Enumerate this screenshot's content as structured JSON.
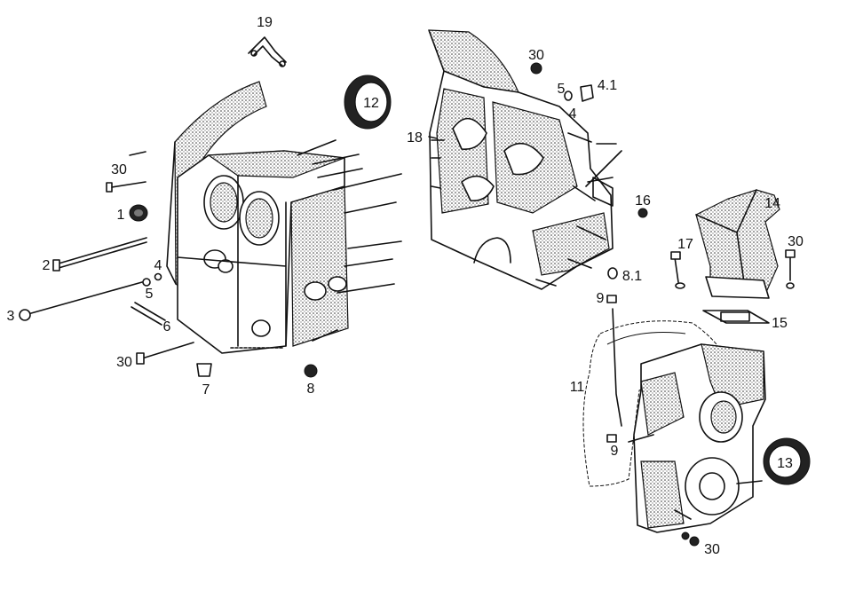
{
  "diagram": {
    "callouts": [
      {
        "id": "c1",
        "text": "1"
      },
      {
        "id": "c2",
        "text": "2"
      },
      {
        "id": "c3",
        "text": "3"
      },
      {
        "id": "c4a",
        "text": "4"
      },
      {
        "id": "c5a",
        "text": "5"
      },
      {
        "id": "c6",
        "text": "6"
      },
      {
        "id": "c7",
        "text": "7"
      },
      {
        "id": "c8",
        "text": "8"
      },
      {
        "id": "c30a",
        "text": "30"
      },
      {
        "id": "c30b",
        "text": "30"
      },
      {
        "id": "c19",
        "text": "19"
      },
      {
        "id": "c12",
        "text": "12"
      },
      {
        "id": "c18",
        "text": "18"
      },
      {
        "id": "c30c",
        "text": "30"
      },
      {
        "id": "c5b",
        "text": "5"
      },
      {
        "id": "c4b",
        "text": "4"
      },
      {
        "id": "c41",
        "text": "4.1"
      },
      {
        "id": "c16",
        "text": "16"
      },
      {
        "id": "c14",
        "text": "14"
      },
      {
        "id": "c17",
        "text": "17"
      },
      {
        "id": "c30d",
        "text": "30"
      },
      {
        "id": "c81",
        "text": "8.1"
      },
      {
        "id": "c9a",
        "text": "9"
      },
      {
        "id": "c15",
        "text": "15"
      },
      {
        "id": "c11",
        "text": "11"
      },
      {
        "id": "c9b",
        "text": "9"
      },
      {
        "id": "c13",
        "text": "13"
      },
      {
        "id": "c30e",
        "text": "30"
      }
    ]
  }
}
